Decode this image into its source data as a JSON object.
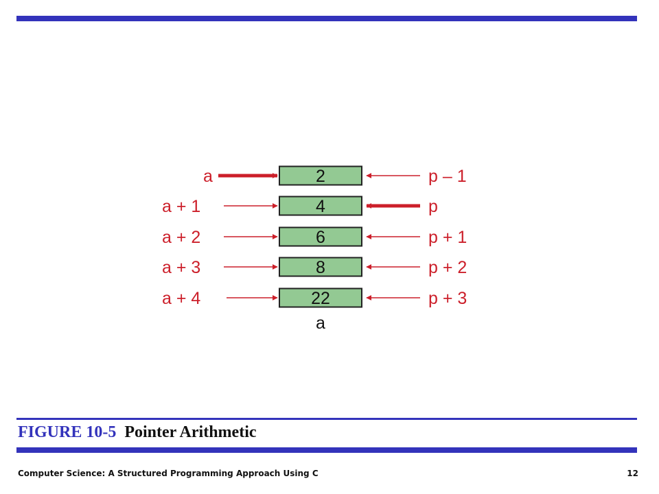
{
  "diagram": {
    "cells": [
      "2",
      "4",
      "6",
      "8",
      "22"
    ],
    "array_name": "a",
    "left_labels": [
      "a",
      "a + 1",
      "a + 2",
      "a + 3",
      "a + 4"
    ],
    "right_labels": [
      "p – 1",
      "p",
      "p + 1",
      "p + 2",
      "p + 3"
    ],
    "bold_left_row": 0,
    "bold_right_row": 1,
    "colors": {
      "arrow": "#cc1f2a",
      "cell_fill": "#93c993",
      "cell_border": "#222222",
      "bar": "#3333bb"
    }
  },
  "caption": {
    "number": "FIGURE 10-5",
    "title": "Pointer Arithmetic"
  },
  "footer": {
    "title": "Computer Science: A Structured Programming Approach Using C",
    "page": "12"
  }
}
